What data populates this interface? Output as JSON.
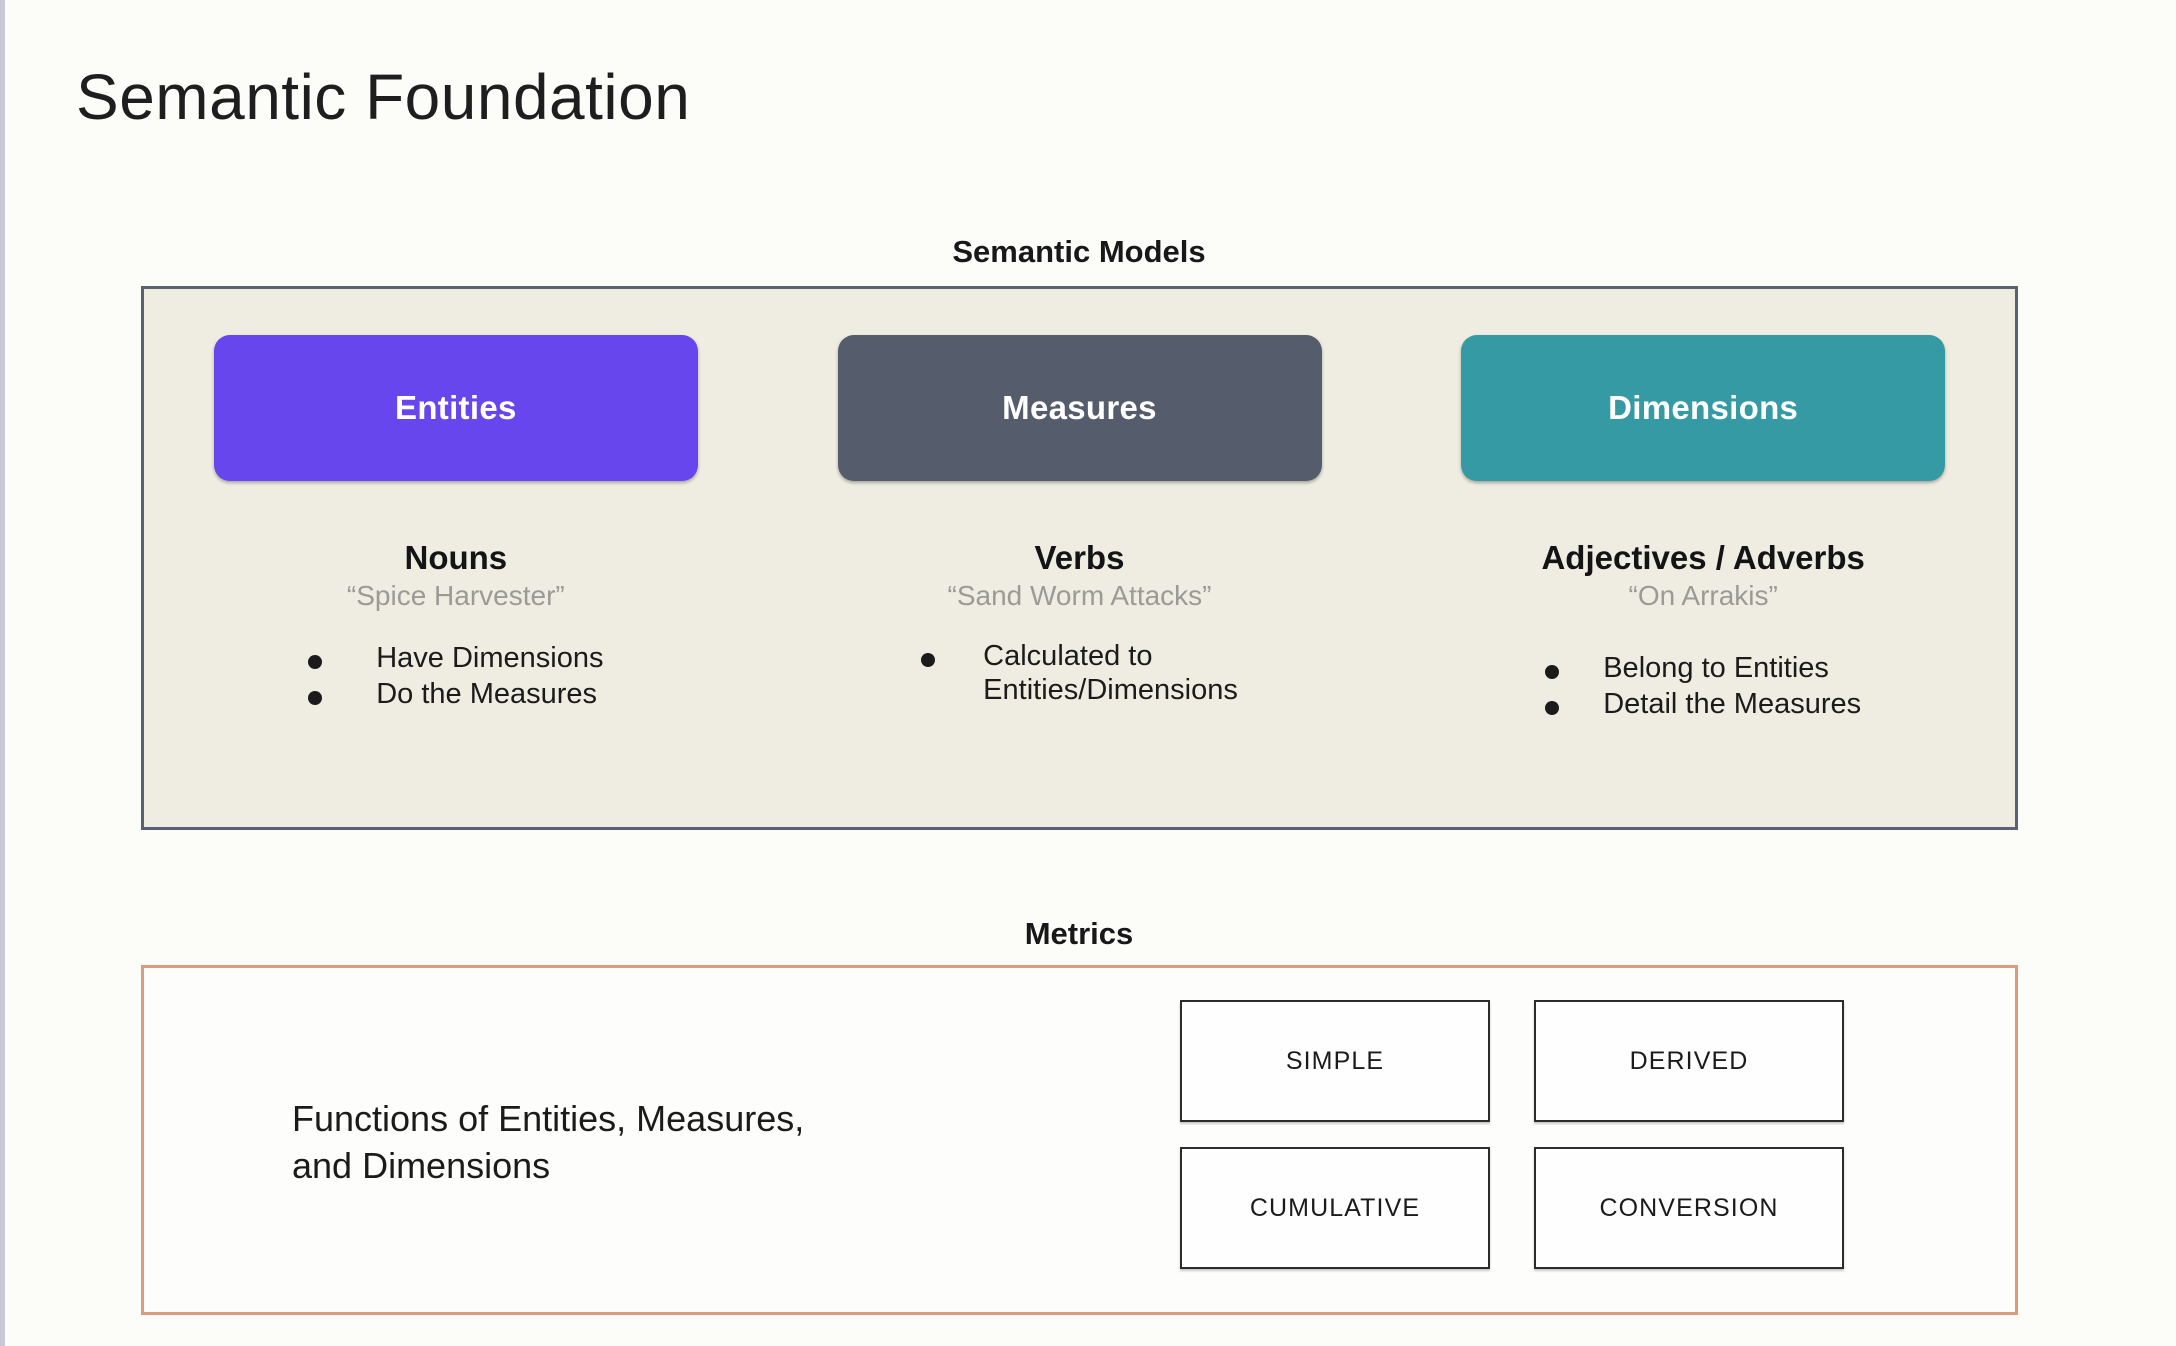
{
  "slide": {
    "title": "Semantic Foundation",
    "background_color": "#FCFCF9"
  },
  "semantic_models": {
    "header": "Semantic Models",
    "panel_background": "#EFEDE1",
    "panel_border_color": "#5A6170",
    "columns": [
      {
        "pill_label": "Entities",
        "pill_color": "#6746EE",
        "part_of_speech": "Nouns",
        "example": "“Spice Harvester”",
        "bullets": [
          "Have Dimensions",
          "Do the Measures"
        ]
      },
      {
        "pill_label": "Measures",
        "pill_color": "#555D6D",
        "part_of_speech": "Verbs",
        "example": "“Sand Worm Attacks”",
        "bullets": [
          "Calculated to\nEntities/Dimensions"
        ]
      },
      {
        "pill_label": "Dimensions",
        "pill_color": "#369AA4",
        "part_of_speech": "Adjectives / Adverbs",
        "example": "“On Arrakis”",
        "bullets": [
          "Belong to Entities",
          "Detail the Measures"
        ]
      }
    ]
  },
  "metrics": {
    "header": "Metrics",
    "panel_border_color": "#DE9A7E",
    "description": "Functions of Entities, Measures,\nand Dimensions",
    "types": [
      "SIMPLE",
      "DERIVED",
      "CUMULATIVE",
      "CONVERSION"
    ]
  }
}
